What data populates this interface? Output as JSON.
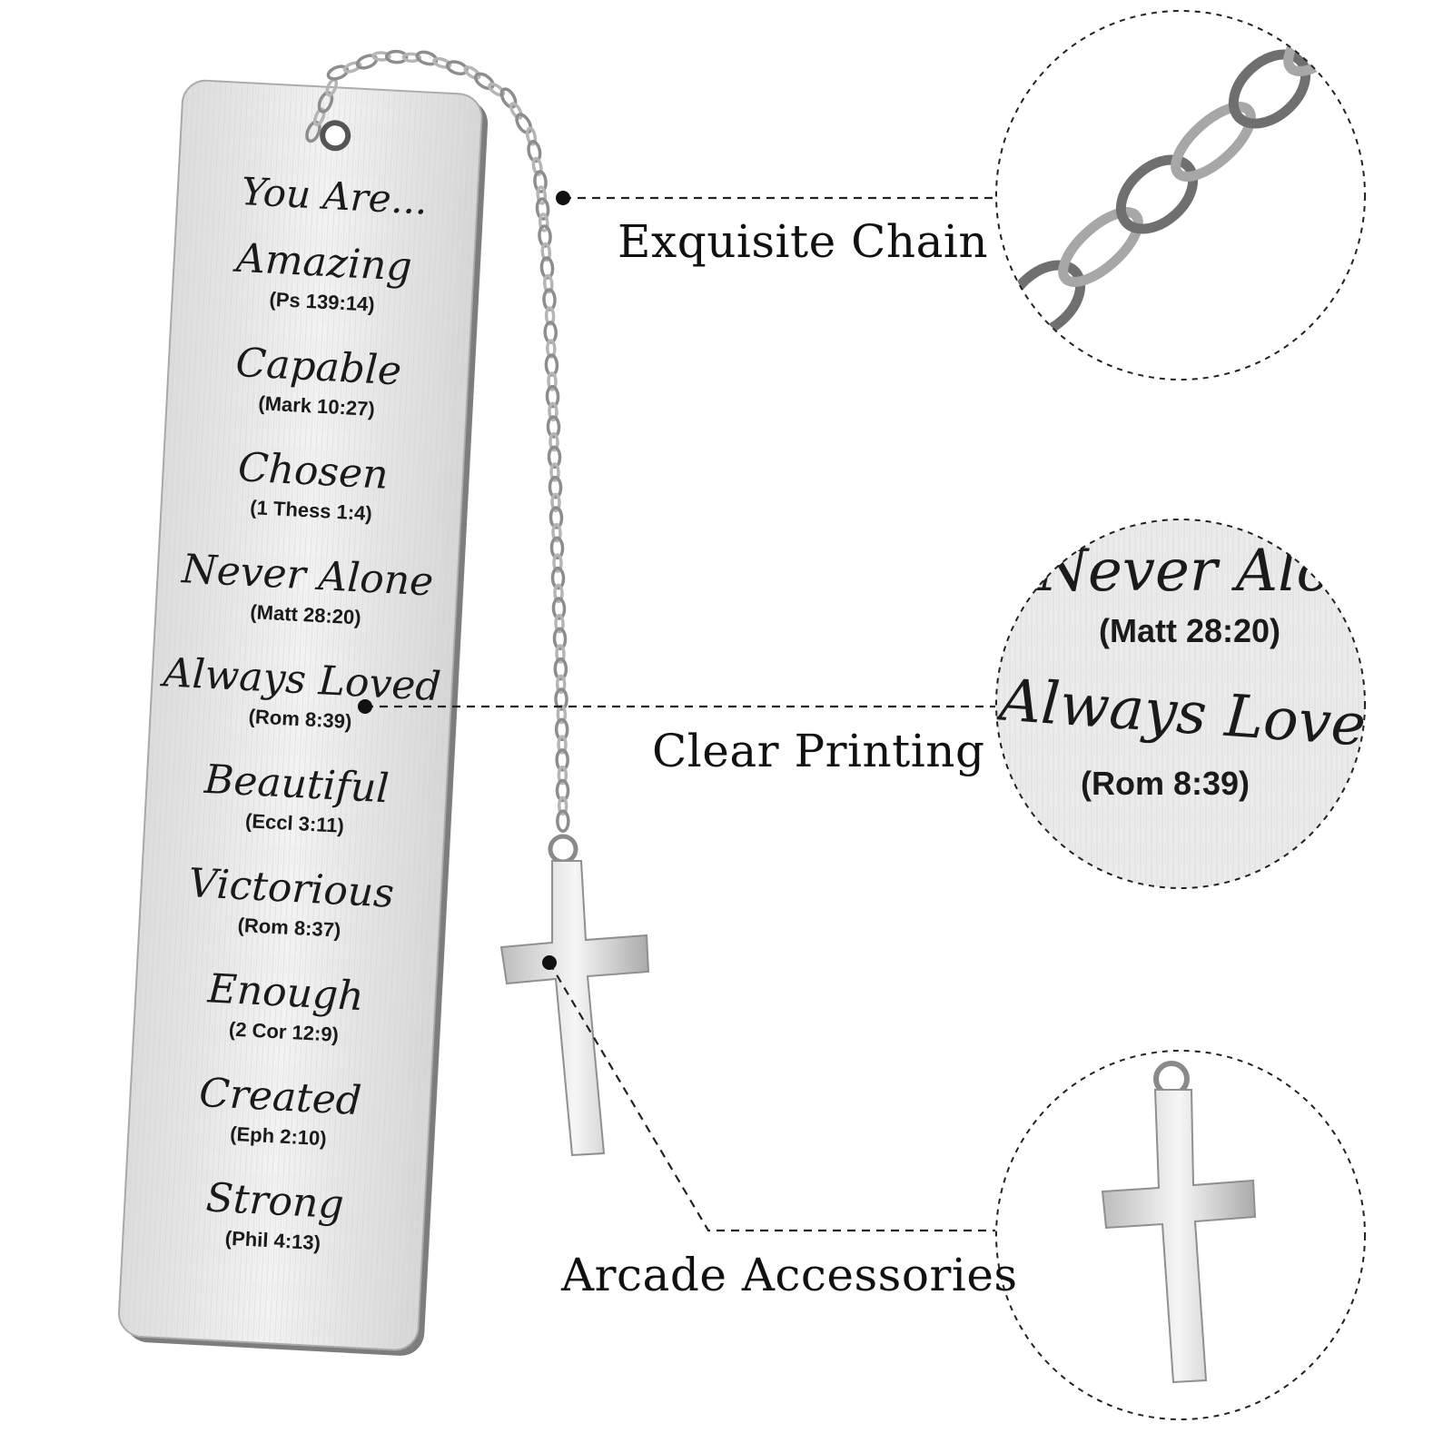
{
  "bookmark": {
    "heading": "You Are...",
    "entries": [
      {
        "word": "Amazing",
        "ref": "(Ps 139:14)"
      },
      {
        "word": "Capable",
        "ref": "(Mark 10:27)"
      },
      {
        "word": "Chosen",
        "ref": "(1 Thess 1:4)"
      },
      {
        "word": "Never Alone",
        "ref": "(Matt 28:20)"
      },
      {
        "word": "Always Loved",
        "ref": "(Rom 8:39)"
      },
      {
        "word": "Beautiful",
        "ref": "(Eccl 3:11)"
      },
      {
        "word": "Victorious",
        "ref": "(Rom 8:37)"
      },
      {
        "word": "Enough",
        "ref": "(2 Cor 12:9)"
      },
      {
        "word": "Created",
        "ref": "(Eph 2:10)"
      },
      {
        "word": "Strong",
        "ref": "(Phil 4:13)"
      }
    ]
  },
  "callouts": {
    "chain": "Exquisite Chain",
    "printing": "Clear Printing",
    "accessories": "Arcade Accessories"
  },
  "zoom_printing": {
    "word1": "Never Alone",
    "ref1": "(Matt 28:20)",
    "word2": "Always Loved",
    "ref2": "(Rom 8:39)"
  },
  "colors": {
    "metal": "#e9e9e9",
    "metal_edge": "#9a9a9a",
    "ink": "#1a1a1a",
    "dash": "#222222"
  },
  "icons": {
    "chain": "chain-icon",
    "cross": "cross-pendant-icon"
  }
}
